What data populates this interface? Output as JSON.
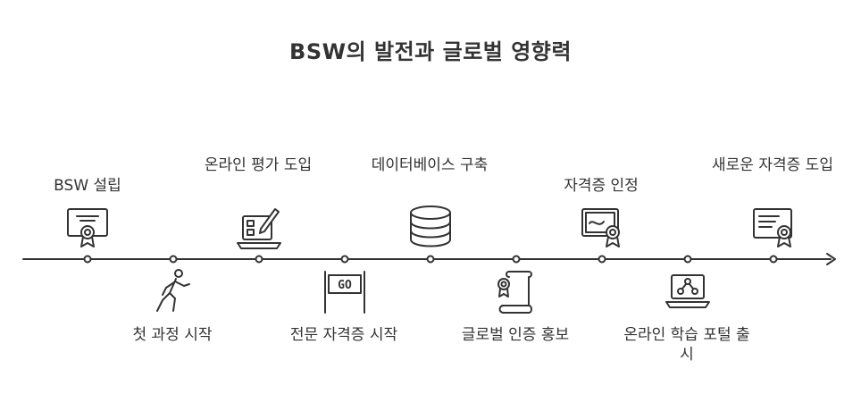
{
  "title": "BSW의 발전과 글로벌 영향력",
  "colors": {
    "ink": "#333333",
    "background": "#ffffff"
  },
  "milestones": [
    {
      "label": "BSW 설립",
      "icon": "certificate-icon",
      "position": "above"
    },
    {
      "label": "첫 과정 시작",
      "icon": "runner-icon",
      "position": "below"
    },
    {
      "label": "온라인 평가 도입",
      "icon": "laptop-pencil-icon",
      "position": "above"
    },
    {
      "label": "전문 자격증 시작",
      "icon": "go-banner-icon",
      "position": "below"
    },
    {
      "label": "데이터베이스 구축",
      "icon": "database-icon",
      "position": "above"
    },
    {
      "label": "글로벌 인증 홍보",
      "icon": "scroll-award-icon",
      "position": "below"
    },
    {
      "label": "자격증 인정",
      "icon": "credential-badge-icon",
      "position": "above"
    },
    {
      "label": "온라인 학습 포털 출시",
      "icon": "online-portal-icon",
      "position": "below"
    },
    {
      "label": "새로운 자격증 도입",
      "icon": "new-certificate-icon",
      "position": "above"
    }
  ],
  "go_banner_text": "GO"
}
